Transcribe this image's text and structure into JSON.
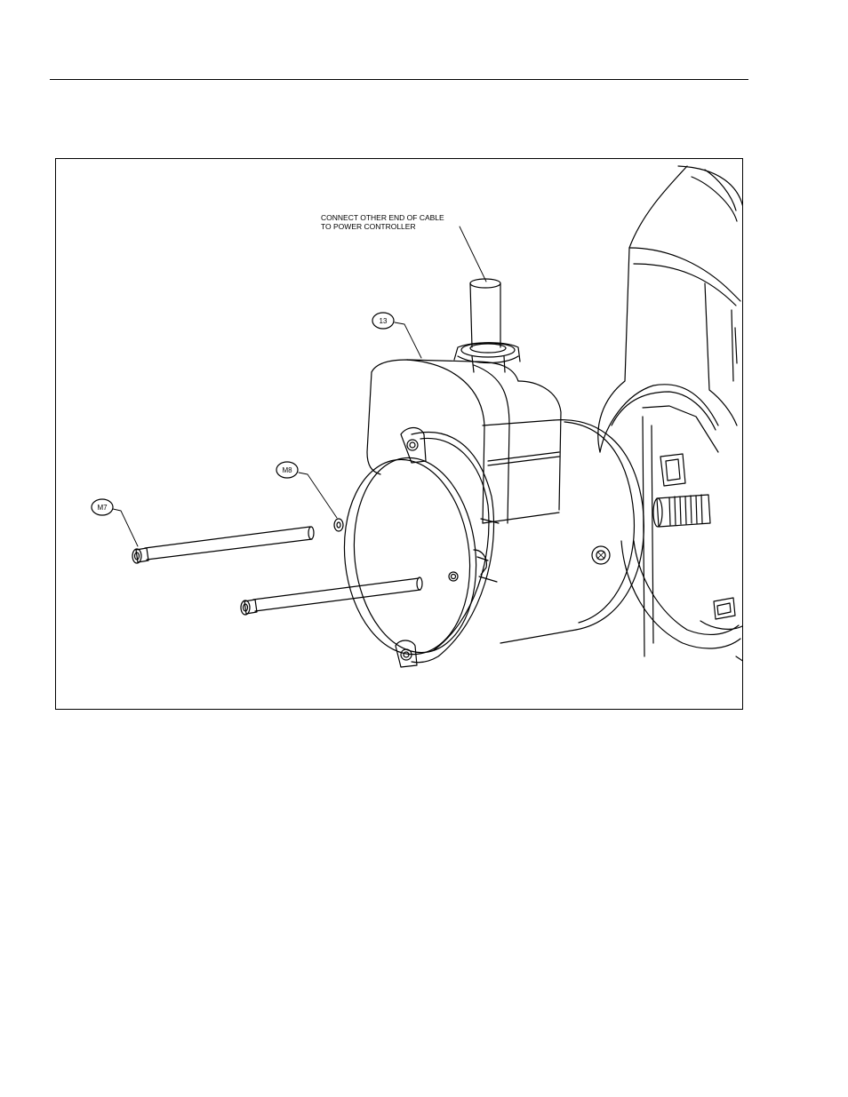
{
  "note": {
    "line1": "CONNECT OTHER END OF CABLE",
    "line2": "TO POWER CONTROLLER"
  },
  "callouts": {
    "part_13": "13",
    "part_m8": "M8",
    "part_m7": "M7"
  }
}
